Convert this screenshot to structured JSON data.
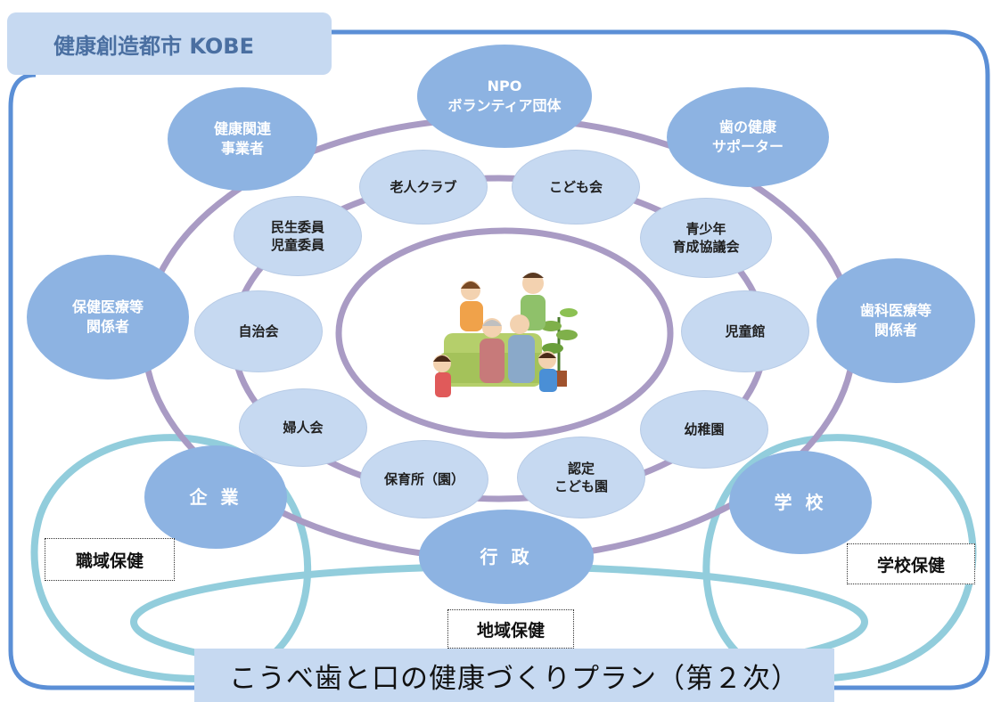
{
  "title": "健康創造都市 KOBE",
  "banner": "こうべ歯と口の健康づくりプラン（第２次）",
  "outer_nodes": {
    "npo": "NPO\nボランティア団体",
    "health_business": "健康関連\n事業者",
    "dental_supporter": "歯の健康\nサポーター",
    "health_medical": "保健医療等\n関係者",
    "dental_medical": "歯科医療等\n関係者",
    "company": "企 業",
    "school": "学 校",
    "government": "行 政"
  },
  "inner_nodes": {
    "elderly_club": "老人クラブ",
    "children_club": "こども会",
    "welfare_commissioner": "民生委員\n児童委員",
    "youth_council": "青少年\n育成協議会",
    "residents_assoc": "自治会",
    "children_hall": "児童館",
    "womens_assoc": "婦人会",
    "kindergarten": "幼稚園",
    "nursery": "保育所（園）",
    "certified_center": "認定\nこども園"
  },
  "domain_labels": {
    "workplace": "職域保健",
    "community": "地域保健",
    "school_health": "学校保健"
  },
  "colors": {
    "frame": "#5b8fd6",
    "ring": "#a99bc4",
    "domain_loop": "#92cddc",
    "outer_node": "#8db3e2",
    "inner_node": "#c6d9f1"
  },
  "center_illustration": "family-illustration"
}
